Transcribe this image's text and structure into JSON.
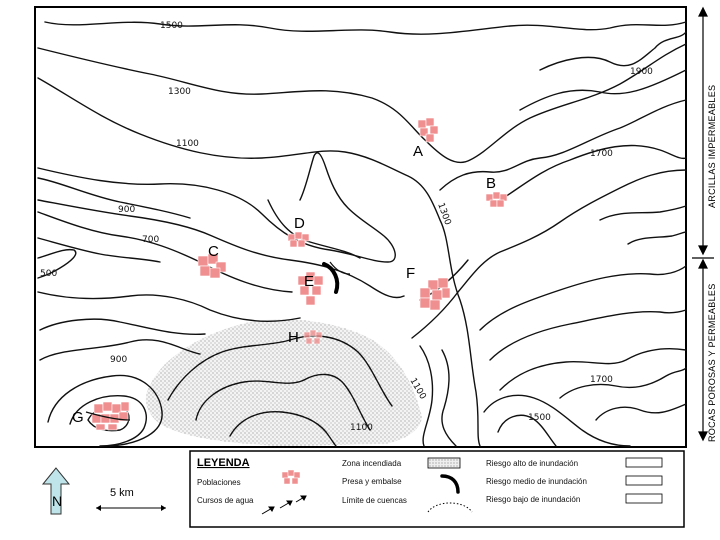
{
  "map": {
    "contour_labels": [
      "1500",
      "1300",
      "1100",
      "900",
      "700",
      "500",
      "1900",
      "1700",
      "1300",
      "1100",
      "900",
      "1100",
      "1700",
      "1500"
    ],
    "towns": [
      "A",
      "B",
      "C",
      "D",
      "E",
      "F",
      "G",
      "H"
    ]
  },
  "side_labels": {
    "top": "ARCILLAS IMPERMEABLES",
    "bottom": "ROCAS POROSAS Y PERMEABLES"
  },
  "north_arrow": {
    "letter": "N"
  },
  "scale_bar": {
    "label": "5 km"
  },
  "legend": {
    "title": "LEYENDA",
    "poblaciones": "Poblaciones",
    "cursos": "Cursos de agua",
    "zona": "Zona incendiada",
    "presa": "Presa y embalse",
    "limite": "Límite de cuencas",
    "riesgo_alto": "Riesgo  alto de inundación",
    "riesgo_medio": "Riesgo medio de inundación",
    "riesgo_bajo": "Riesgo bajo de inundación"
  },
  "colors": {
    "town_fill": "#f08f8f",
    "north_arrow": "#bfe4ea"
  }
}
